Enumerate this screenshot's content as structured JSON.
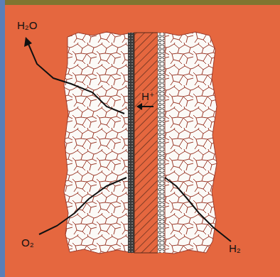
{
  "diagram": {
    "labels": [
      "H₂O",
      "H⁺",
      "O₂",
      "H₂"
    ]
  }
}
